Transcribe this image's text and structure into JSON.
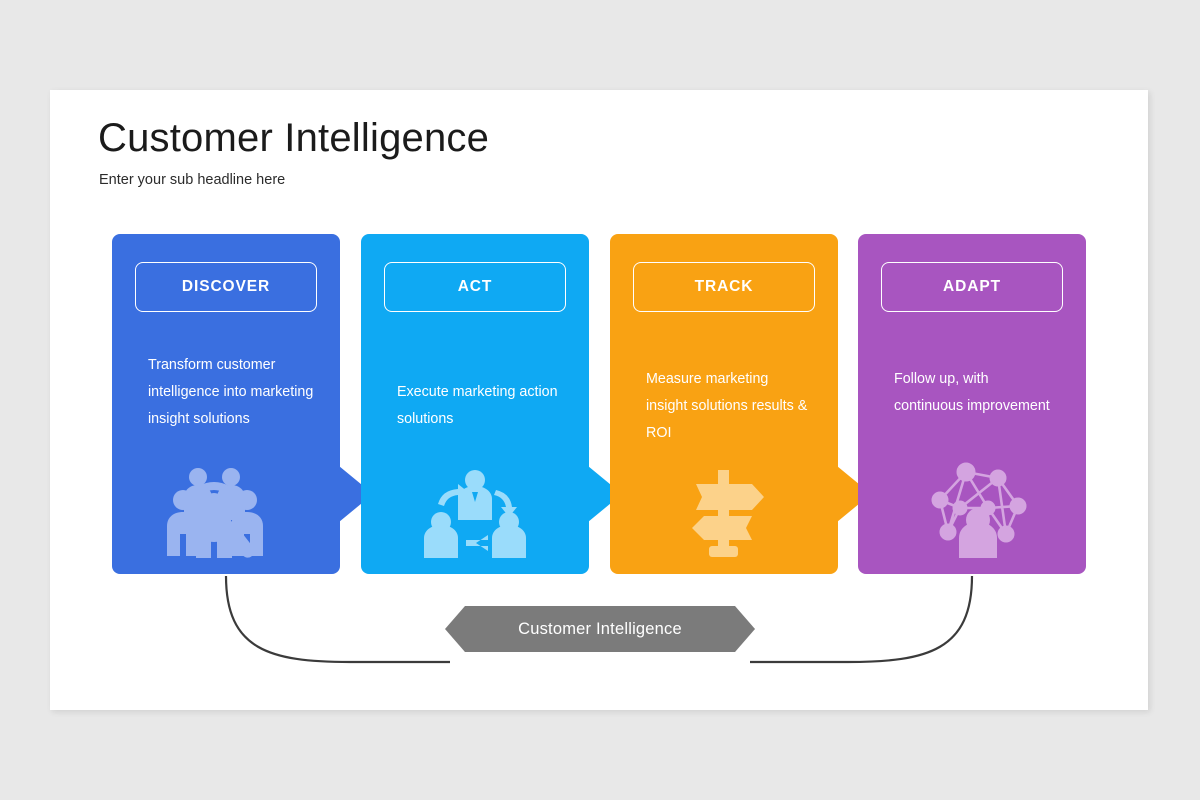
{
  "slide": {
    "title": "Customer Intelligence",
    "subtitle": "Enter your sub headline here",
    "background_color": "#e8e8e8",
    "surface_color": "#ffffff"
  },
  "cards": [
    {
      "label": "DISCOVER",
      "description": "Transform customer intelligence into marketing insight solutions",
      "color": "#3a6fe0",
      "icon": "people-magnifier-icon"
    },
    {
      "label": "ACT",
      "description": "Execute marketing action solutions",
      "color": "#0fa9f3",
      "icon": "people-cycle-icon"
    },
    {
      "label": "TRACK",
      "description": "Measure marketing insight solutions results & ROI",
      "color": "#f9a213",
      "icon": "signpost-icon"
    },
    {
      "label": "ADAPT",
      "description": "Follow up, with continuous improvement",
      "color": "#a855c0",
      "icon": "network-person-icon"
    }
  ],
  "banner": {
    "label": "Customer Intelligence",
    "color": "#7b7b7b"
  },
  "connectors": {
    "color": "#3b3b3b"
  }
}
